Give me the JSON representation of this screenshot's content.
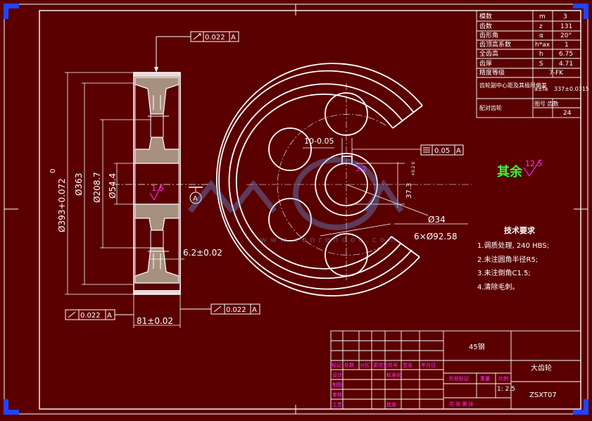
{
  "param_table": {
    "rows": [
      {
        "name": "模数",
        "symbol": "m",
        "value": "3"
      },
      {
        "name": "齿数",
        "symbol": "z",
        "value": "131"
      },
      {
        "name": "齿形角",
        "symbol": "α",
        "value": "20°"
      },
      {
        "name": "齿顶高系数",
        "symbol": "h*ax",
        "value": "1"
      },
      {
        "name": "全齿高",
        "symbol": "h",
        "value": "6.75"
      },
      {
        "name": "齿厚",
        "symbol": "S",
        "value": "4.71"
      },
      {
        "name": "精度等级",
        "symbol": "",
        "value": "7-FK"
      },
      {
        "name": "齿轮副中心距及其极限偏差",
        "symbol": "a±fa",
        "value": "337±0.0315"
      },
      {
        "name": "配对齿轮",
        "symbol": "图号 齿数",
        "value": "24"
      }
    ]
  },
  "tolerances": {
    "top_runout": "0.022",
    "top_datum": "A",
    "bottom_left_runout": "0.022",
    "bottom_left_datum": "A",
    "bottom_right_runout": "0.022",
    "bottom_right_datum": "A",
    "symmetry": "0.05",
    "symmetry_datum": "A",
    "datum_label": "A"
  },
  "dimensions": {
    "outer_dia": "Ø393+0.072",
    "outer_dia_lower": "0",
    "d363": "Ø363",
    "d208": "Ø208.7",
    "d54": "Ø54.4",
    "web_thickness": "6.2±0.02",
    "width": "81±0.02",
    "roughness": "1.6",
    "bore": "Ø34",
    "holes": "6×Ø92.58",
    "keyway_depth": "37.3",
    "keyway_tol": "+0.2\n0",
    "keyway_width": "10-0.05",
    "keyway_roughness": "3.2"
  },
  "surface_rest": {
    "label": "其余",
    "value": "12.5"
  },
  "tech_requirements": {
    "title": "技术要求",
    "items": [
      "1.调质处理, 240 HBS;",
      "2.未注圆角半径R5;",
      "3.未注倒角C1.5;",
      "4.清除毛刺。"
    ]
  },
  "title_block": {
    "material": "45钢",
    "part_name": "大齿轮",
    "drawing_no": "ZSXT07",
    "scale": "1: 2.5",
    "headers": [
      "标记",
      "处数",
      "分区",
      "更改文件号",
      "签名",
      "年月日"
    ],
    "row_labels": [
      "设计",
      "制图",
      "审核",
      "工艺"
    ],
    "std_label": "标准化",
    "approve_label": "批准",
    "stage_label": "阶段标记",
    "weight_label": "重量",
    "scale_label": "比例",
    "sheets": "共 张 第 张"
  },
  "watermark": "www.renrendoc.com"
}
